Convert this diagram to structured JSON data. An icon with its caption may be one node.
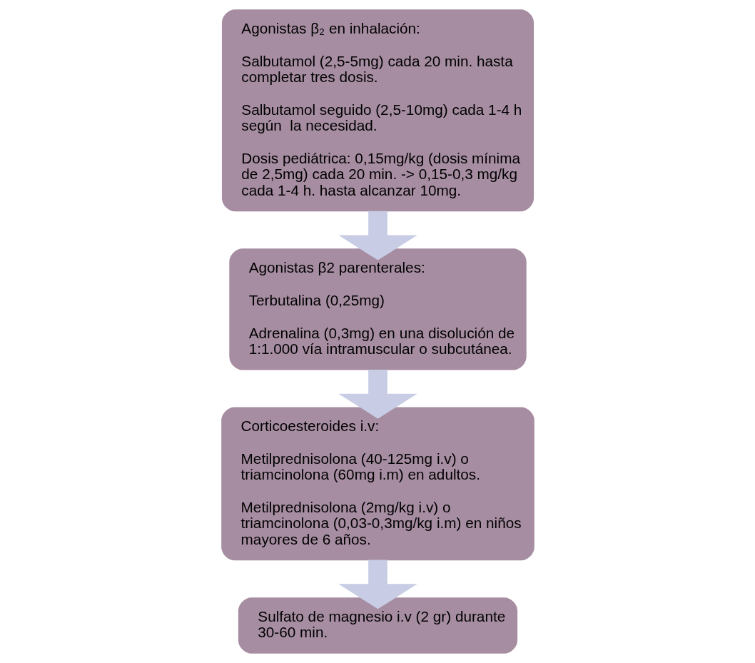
{
  "diagram": {
    "nodes": [
      {
        "text": [
          "Agonistas β₂ en inhalación:",
          "Salbutamol (2,5-5mg) cada 20 min. hasta completar tres dosis.",
          "Salbutamol seguido (2,5-10mg) cada 1-4 h según  la necesidad.",
          "Dosis pediátrica: 0,15mg/kg (dosis mínima de 2,5mg) cada 20 min. -> 0,15-0,3 mg/kg cada 1-4 h. hasta alcanzar 10mg."
        ]
      },
      {
        "text": [
          "Agonistas β2 parenterales:",
          "Terbutalina (0,25mg)",
          "Adrenalina (0,3mg) en una disolución de 1:1.000 vía intramuscular o subcutánea."
        ]
      },
      {
        "text": [
          "Corticoesteroides i.v:",
          "Metilprednisolona (40-125mg i.v) o triamcinolona (60mg i.m) en adultos.",
          "Metilprednisolona (2mg/kg i.v) o triamcinolona (0,03-0,3mg/kg i.m) en niños mayores de 6 años."
        ]
      },
      {
        "text": [
          "Sulfato de magnesio i.v (2 gr) durante 30-60 min."
        ]
      }
    ],
    "edges": [
      {
        "from": 0,
        "to": 1,
        "arrow": "to"
      },
      {
        "from": 1,
        "to": 2,
        "arrow": "to"
      },
      {
        "from": 2,
        "to": 3,
        "arrow": "to"
      }
    ]
  }
}
